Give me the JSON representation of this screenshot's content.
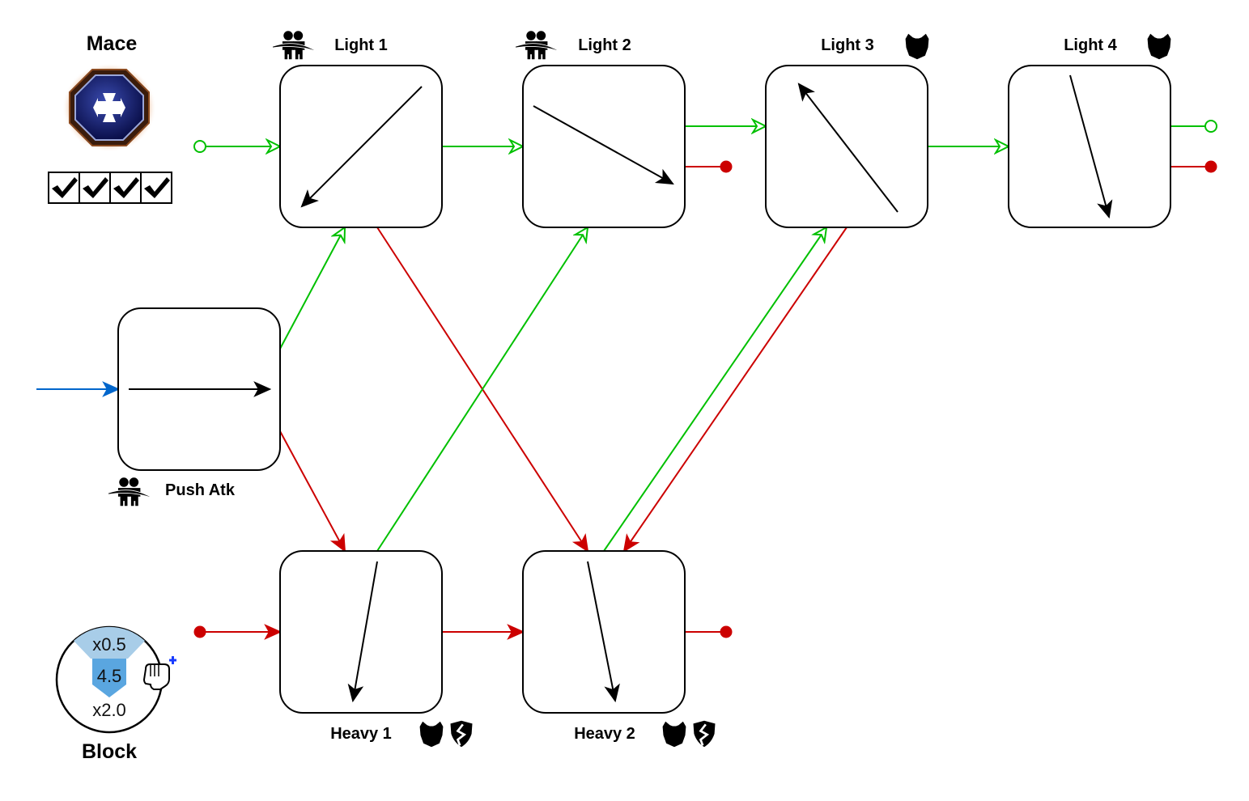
{
  "weapon": {
    "name": "Mace",
    "icon": "cross-emblem-icon",
    "checks": 4,
    "check_glyph": "✔"
  },
  "block": {
    "label": "Block",
    "top_multiplier": "x0.5",
    "value": "4.5",
    "bottom_multiplier": "x2.0",
    "icon": "fist-plus-icon"
  },
  "colors": {
    "light_chain": "#00c000",
    "heavy_chain": "#cc0000",
    "entry": "#0066cc",
    "direction_arrow": "#000000",
    "block_top": "#a8cde8",
    "block_center": "#5aa6e0"
  },
  "nodes": [
    {
      "id": "light1",
      "label": "Light 1",
      "badges": [
        "shoulder-bash-icon"
      ],
      "direction": "down-left"
    },
    {
      "id": "light2",
      "label": "Light 2",
      "badges": [
        "shoulder-bash-icon"
      ],
      "direction": "down-right"
    },
    {
      "id": "light3",
      "label": "Light 3",
      "badges": [
        "armor-icon"
      ],
      "direction": "up-left"
    },
    {
      "id": "light4",
      "label": "Light 4",
      "badges": [
        "armor-icon"
      ],
      "direction": "down"
    },
    {
      "id": "push",
      "label": "Push Atk",
      "badges": [
        "shoulder-bash-icon"
      ],
      "direction": "right"
    },
    {
      "id": "heavy1",
      "label": "Heavy 1",
      "badges": [
        "armor-icon",
        "broken-shield-icon"
      ],
      "direction": "down"
    },
    {
      "id": "heavy2",
      "label": "Heavy 2",
      "badges": [
        "armor-icon",
        "broken-shield-icon"
      ],
      "direction": "down"
    }
  ],
  "edges": [
    {
      "from": "start",
      "to": "light1",
      "type": "light"
    },
    {
      "from": "light1",
      "to": "light2",
      "type": "light"
    },
    {
      "from": "light2",
      "to": "light3",
      "type": "light"
    },
    {
      "from": "light3",
      "to": "light4",
      "type": "light"
    },
    {
      "from": "light4",
      "to": "end",
      "type": "light"
    },
    {
      "from": "light2",
      "to": "end",
      "type": "heavy"
    },
    {
      "from": "light4",
      "to": "end",
      "type": "heavy"
    },
    {
      "from": "entry",
      "to": "push",
      "type": "entry"
    },
    {
      "from": "push",
      "to": "light1",
      "type": "light"
    },
    {
      "from": "push",
      "to": "heavy1",
      "type": "heavy"
    },
    {
      "from": "light1",
      "to": "heavy2",
      "type": "heavy"
    },
    {
      "from": "heavy1",
      "to": "light2",
      "type": "light"
    },
    {
      "from": "heavy2",
      "to": "light3",
      "type": "light"
    },
    {
      "from": "light3",
      "to": "heavy2",
      "type": "heavy"
    },
    {
      "from": "start",
      "to": "heavy1",
      "type": "heavy"
    },
    {
      "from": "heavy1",
      "to": "heavy2",
      "type": "heavy"
    },
    {
      "from": "heavy2",
      "to": "end",
      "type": "heavy"
    }
  ]
}
